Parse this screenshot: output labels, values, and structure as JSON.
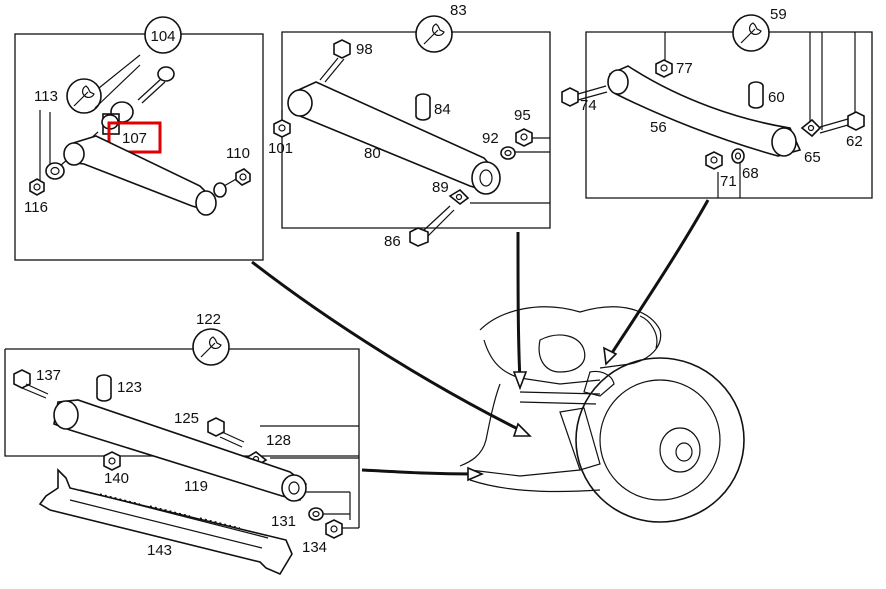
{
  "colors": {
    "highlight": "#e00000",
    "ink": "#111111",
    "background": "#ffffff"
  },
  "icon": "wrench-icon",
  "groups": {
    "g104": {
      "number": "104",
      "labels": {
        "l113": "113",
        "l107": "107",
        "l110": "110",
        "l116": "116"
      }
    },
    "g83": {
      "number": "83",
      "labels": {
        "l98": "98",
        "l84": "84",
        "l95": "95",
        "l92": "92",
        "l101": "101",
        "l80": "80",
        "l89": "89",
        "l86": "86"
      }
    },
    "g59": {
      "number": "59",
      "labels": {
        "l77": "77",
        "l60": "60",
        "l74": "74",
        "l56": "56",
        "l62": "62",
        "l65": "65",
        "l71": "71",
        "l68": "68"
      }
    },
    "g122": {
      "number": "122",
      "labels": {
        "l137": "137",
        "l123": "123",
        "l125": "125",
        "l128": "128",
        "l140": "140",
        "l119": "119",
        "l131": "131",
        "l134": "134",
        "l143": "143"
      }
    }
  },
  "highlighted_part": "107"
}
